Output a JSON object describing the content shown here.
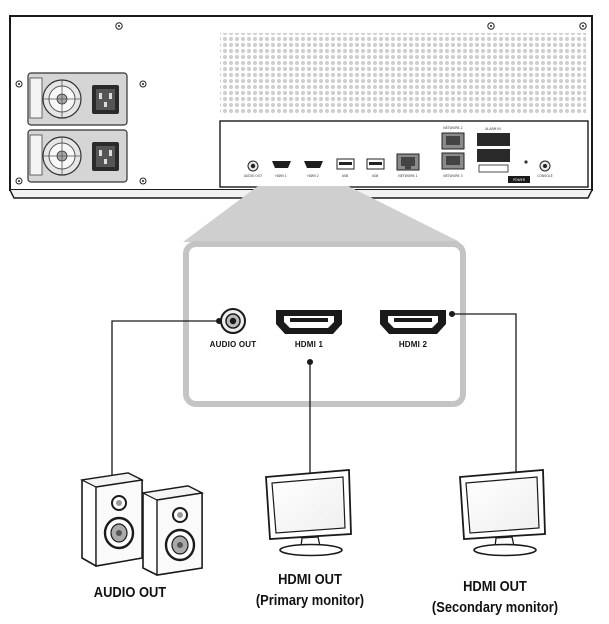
{
  "panel_labels": {
    "audio_out": "AUDIO OUT",
    "hdmi1": "HDMI 1",
    "hdmi2": "HDMI 2"
  },
  "device_labels": {
    "speakers": "AUDIO OUT",
    "primary_title": "HDMI OUT",
    "primary_sub": "(Primary monitor)",
    "secondary_title": "HDMI OUT",
    "secondary_sub": "(Secondary monitor)"
  },
  "nvr_port_labels": {
    "audio": "AUDIO OUT",
    "hdmi1": "HDMI 1",
    "hdmi2": "HDMI 2",
    "usb1": "USB",
    "usb2": "USB",
    "net1": "NETWORK 1",
    "net2": "NETWORK 2",
    "net3": "NETWORK 3",
    "alarm": "ALARM IN",
    "power": "POWER",
    "console": "CONSOLE"
  },
  "colors": {
    "outline": "#1a1a1a",
    "panel_gray": "#c4c4c4",
    "chassis": "#ffffff",
    "vent_dot": "#c9c9c9"
  },
  "icons": [
    "screw-icon",
    "fan-icon",
    "power-socket-icon",
    "hdmi-port-icon",
    "usb-port-icon",
    "rj45-port-icon",
    "audio-jack-icon",
    "speaker-icon",
    "monitor-icon"
  ]
}
